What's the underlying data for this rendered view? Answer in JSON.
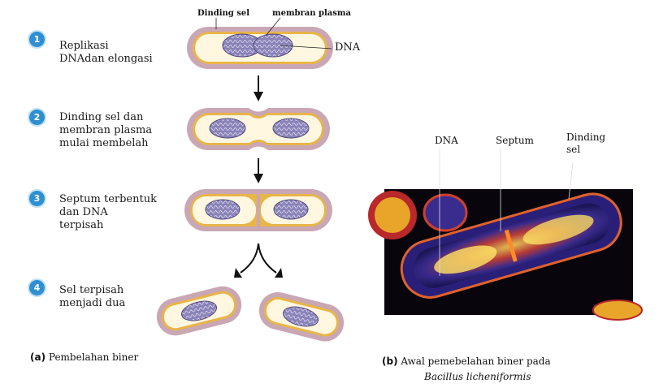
{
  "panel_a": {
    "top_labels": {
      "cell_wall": "Dinding sel",
      "plasma_membrane": "membran plasma",
      "dna": "DNA"
    },
    "steps": [
      {
        "number": "1",
        "text": "Replikasi\nDNAdan elongasi"
      },
      {
        "number": "2",
        "text": "Dinding sel dan\nmembran plasma\nmulai membelah"
      },
      {
        "number": "3",
        "text": "Septum terbentuk\ndan DNA\nterpisah"
      },
      {
        "number": "4",
        "text": "Sel terpisah\nmenjadi dua"
      }
    ],
    "caption_tag": "(a)",
    "caption": "Pembelahan biner"
  },
  "panel_b": {
    "labels": {
      "dna": "DNA",
      "septum": "Septum",
      "cell_wall": "Dinding\nsel"
    },
    "caption_tag": "(b)",
    "caption": "Awal pemebelahan biner pada",
    "species": "Bacillus licheniformis"
  },
  "colors": {
    "cell_wall": "#c9a7b5",
    "membrane": "#e8b548",
    "cytoplasm": "#fff7e0",
    "dna": "#8a83b8",
    "step_badge": "#2f8fd0"
  }
}
